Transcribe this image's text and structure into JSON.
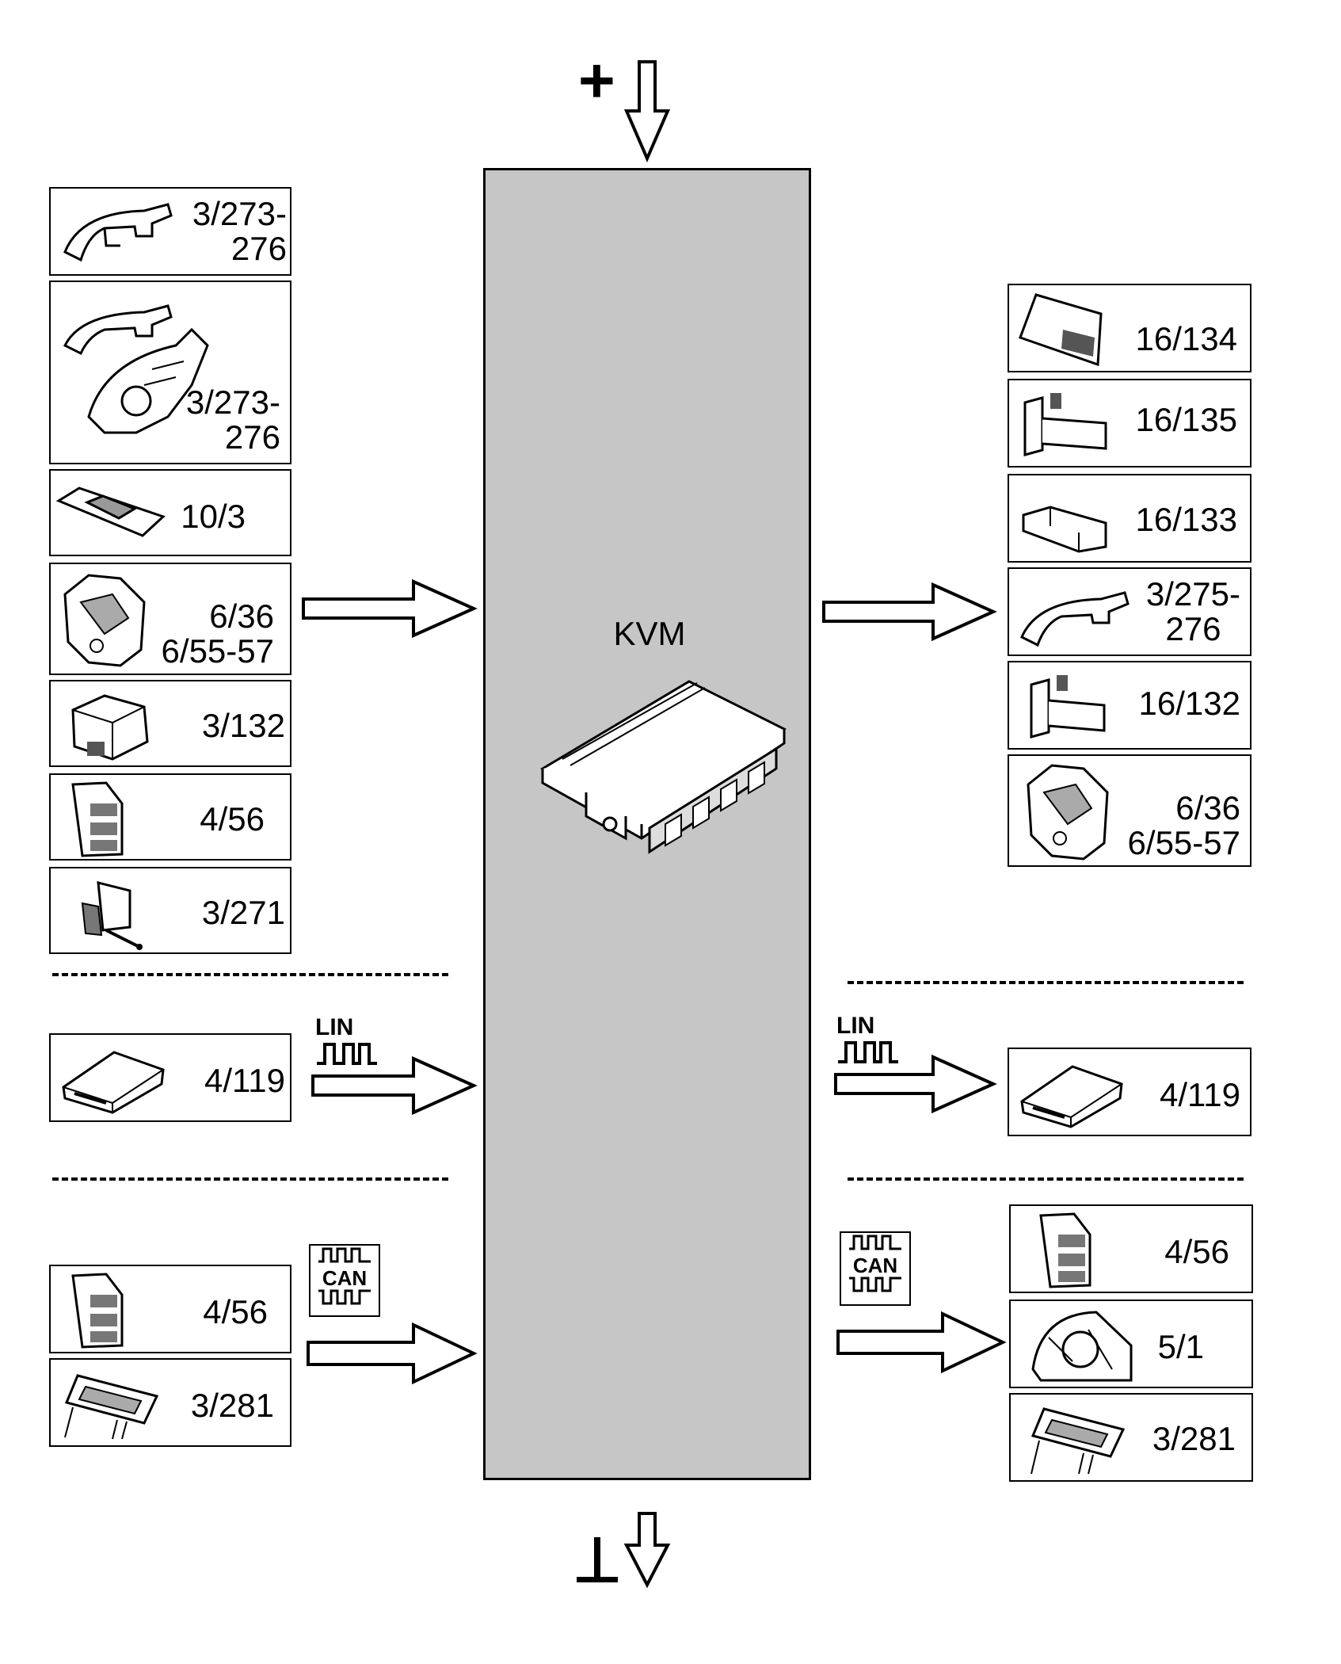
{
  "central_unit": {
    "label": "KVM"
  },
  "supply": {
    "plus_symbol": "+"
  },
  "inputs": {
    "discrete": [
      "3/273-\n276",
      "3/273-\n276",
      "10/3",
      "6/36\n6/55-57",
      "3/132",
      "4/56",
      "3/271"
    ],
    "lin": [
      "4/119"
    ],
    "can": [
      "4/56",
      "3/281"
    ]
  },
  "outputs": {
    "discrete": [
      "16/134",
      "16/135",
      "16/133",
      "3/275-\n276",
      "16/132",
      "6/36\n6/55-57"
    ],
    "lin": [
      "4/119"
    ],
    "can": [
      "4/56",
      "5/1",
      "3/281"
    ]
  },
  "bus_labels": {
    "lin": "LIN",
    "can": "CAN"
  }
}
